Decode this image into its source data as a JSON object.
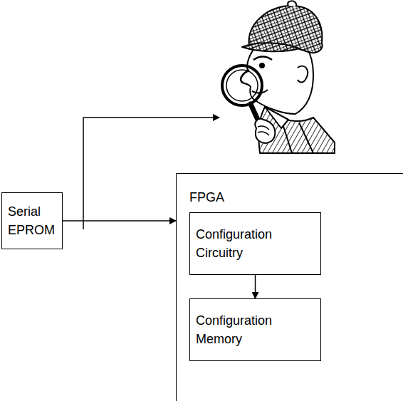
{
  "diagram": {
    "nodes": [
      {
        "text": [
          "Serial EPROM"
        ]
      },
      {
        "text": [
          "FPGA"
        ]
      },
      {
        "text": [
          "Configuration Circuitry"
        ],
        "in": 1
      },
      {
        "text": [
          "Configuration Memory"
        ],
        "in": 1
      }
    ],
    "edges": [
      {
        "from": 0,
        "to": 1,
        "arrow": "to"
      },
      {
        "from": 2,
        "to": 3,
        "arrow": "to"
      }
    ]
  }
}
